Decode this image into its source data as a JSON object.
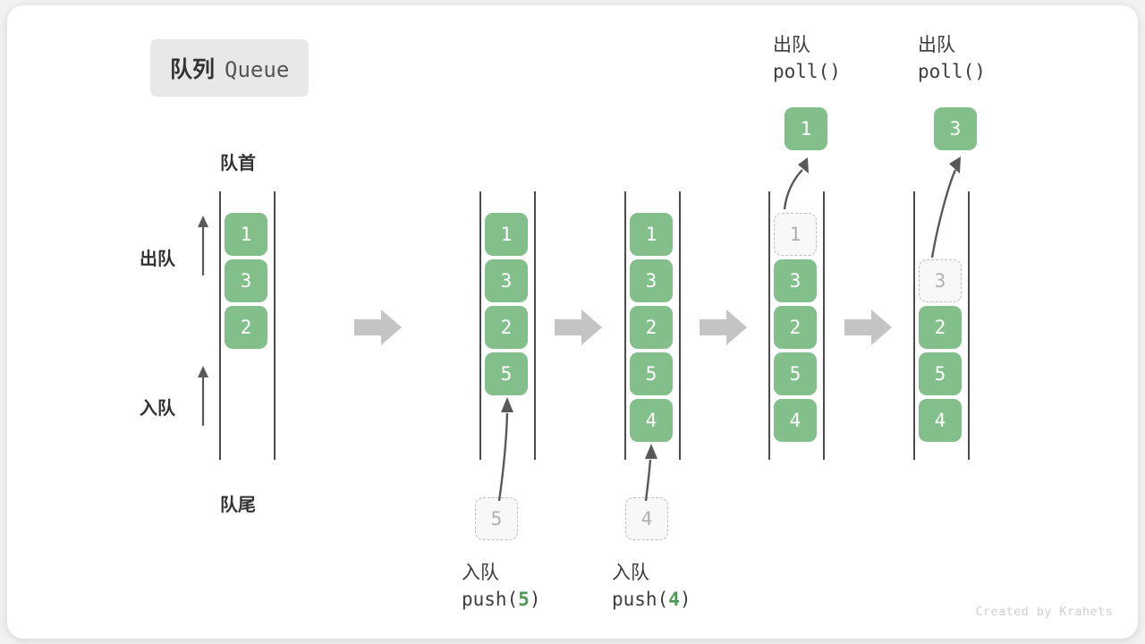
{
  "title": {
    "cn": "队列",
    "en": "Queue"
  },
  "labels": {
    "head": "队首",
    "tail": "队尾",
    "dequeue": "出队",
    "enqueue": "入队"
  },
  "colors": {
    "box_fill": "#82bf8b",
    "box_text": "#ffffff",
    "ghost_fill": "#f8f8f8",
    "ghost_border": "#bdbdbd",
    "ghost_text": "#b0b0b0",
    "rail": "#4b4b4b",
    "step_arrow": "#c4c4c4",
    "motion_arrow": "#595959",
    "accent_arg": "#4b9b55",
    "badge_bg": "#e8e8e8",
    "canvas_bg": "#ffffff",
    "page_bg": "#f2f2f2"
  },
  "columns": [
    {
      "name": "initial-queue",
      "items": [
        {
          "value": "1",
          "state": "solid"
        },
        {
          "value": "3",
          "state": "solid"
        },
        {
          "value": "2",
          "state": "solid"
        }
      ]
    },
    {
      "name": "after-push-5",
      "items": [
        {
          "value": "1",
          "state": "solid"
        },
        {
          "value": "3",
          "state": "solid"
        },
        {
          "value": "2",
          "state": "solid"
        },
        {
          "value": "5",
          "state": "solid"
        }
      ],
      "incoming": {
        "value": "5"
      }
    },
    {
      "name": "after-push-4",
      "items": [
        {
          "value": "1",
          "state": "solid"
        },
        {
          "value": "3",
          "state": "solid"
        },
        {
          "value": "2",
          "state": "solid"
        },
        {
          "value": "5",
          "state": "solid"
        },
        {
          "value": "4",
          "state": "solid"
        }
      ],
      "incoming": {
        "value": "4"
      }
    },
    {
      "name": "after-poll-1",
      "items": [
        {
          "value": "1",
          "state": "ghost"
        },
        {
          "value": "3",
          "state": "solid"
        },
        {
          "value": "2",
          "state": "solid"
        },
        {
          "value": "5",
          "state": "solid"
        },
        {
          "value": "4",
          "state": "solid"
        }
      ],
      "outgoing": {
        "value": "1"
      }
    },
    {
      "name": "after-poll-3",
      "items": [
        {
          "value": "",
          "state": "empty"
        },
        {
          "value": "3",
          "state": "ghost"
        },
        {
          "value": "2",
          "state": "solid"
        },
        {
          "value": "5",
          "state": "solid"
        },
        {
          "value": "4",
          "state": "solid"
        }
      ],
      "outgoing": {
        "value": "3"
      }
    }
  ],
  "operations": {
    "push_5": {
      "cn": "入队",
      "fn": "push(",
      "arg": "5",
      "close": ")"
    },
    "push_4": {
      "cn": "入队",
      "fn": "push(",
      "arg": "4",
      "close": ")"
    },
    "poll_1": {
      "cn": "出队",
      "fn": "poll()"
    },
    "poll_2": {
      "cn": "出队",
      "fn": "poll()"
    }
  },
  "credit": "Created by Krahets"
}
